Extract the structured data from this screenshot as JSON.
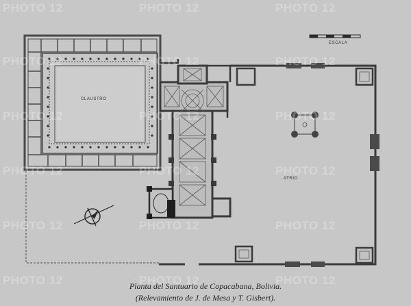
{
  "plan": {
    "claustro_label": "CLAUSTRO",
    "atrio_label": "ATRIO",
    "scale_label": "ESCALA"
  },
  "caption": {
    "line1": "Planta del Santuario de Copacabana, Bolivia.",
    "line2": "(Relevamiento de J. de Mesa y T. Gisbert)."
  },
  "watermark": {
    "text": "PHOTO 12"
  },
  "colors": {
    "paper": "#c9c9c9",
    "ink": "#3a3a3a",
    "wall": "#555555"
  }
}
